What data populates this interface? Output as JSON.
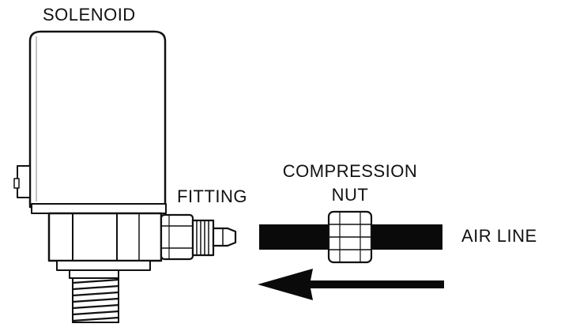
{
  "labels": {
    "solenoid": "SOLENOID",
    "fitting": "FITTING",
    "compression_nut_line1": "COMPRESSION",
    "compression_nut_line2": "NUT",
    "air_line": "AIR LINE"
  },
  "colors": {
    "ink": "#111111",
    "line_fill": "#0a0a0a",
    "paper": "#ffffff"
  },
  "flow_direction": "right-to-left"
}
